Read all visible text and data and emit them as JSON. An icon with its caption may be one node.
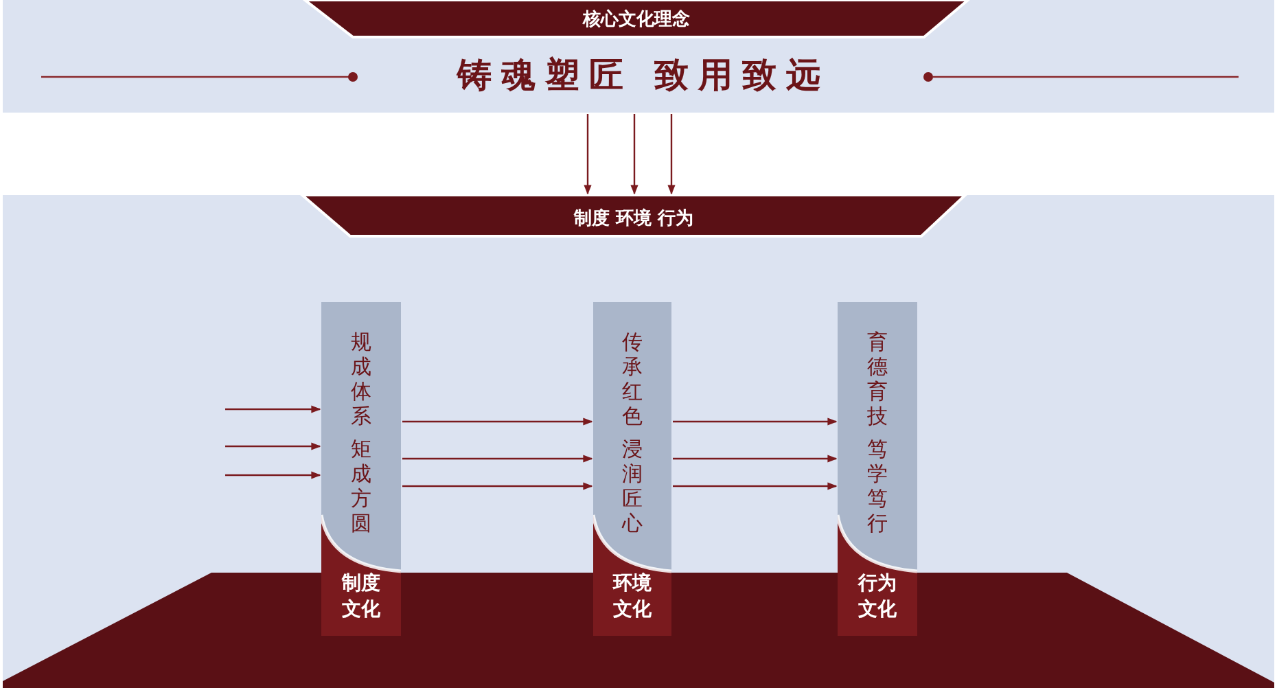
{
  "diagram": {
    "nodes": [
      {
        "text": [
          "核心文化理念",
          "铸魂塑匠 致用致远"
        ]
      },
      {
        "text": [
          "制度 环境 行为"
        ]
      },
      {
        "text": [
          "规成体系",
          "矩成方圆",
          "制度文化"
        ],
        "in": 1
      },
      {
        "text": [
          "传承红色",
          "浸润匠心",
          "环境文化"
        ],
        "in": 1
      },
      {
        "text": [
          "育德育技",
          "笃学笃行",
          "行为文化"
        ],
        "in": 1
      }
    ],
    "edges": [
      {
        "from": 0,
        "to": 1,
        "arrow": "to"
      },
      {
        "from": 0,
        "to": 1,
        "arrow": "to"
      },
      {
        "from": 0,
        "to": 1,
        "arrow": "to"
      },
      {
        "from": null,
        "to": 2,
        "arrow": "to"
      },
      {
        "from": null,
        "to": 2,
        "arrow": "to"
      },
      {
        "from": null,
        "to": 2,
        "arrow": "to"
      },
      {
        "from": 2,
        "to": 3,
        "arrow": "to"
      },
      {
        "from": 2,
        "to": 3,
        "arrow": "to"
      },
      {
        "from": 2,
        "to": 3,
        "arrow": "to"
      },
      {
        "from": 3,
        "to": 4,
        "arrow": "to"
      },
      {
        "from": 3,
        "to": 4,
        "arrow": "to"
      },
      {
        "from": 3,
        "to": 4,
        "arrow": "to"
      }
    ]
  }
}
